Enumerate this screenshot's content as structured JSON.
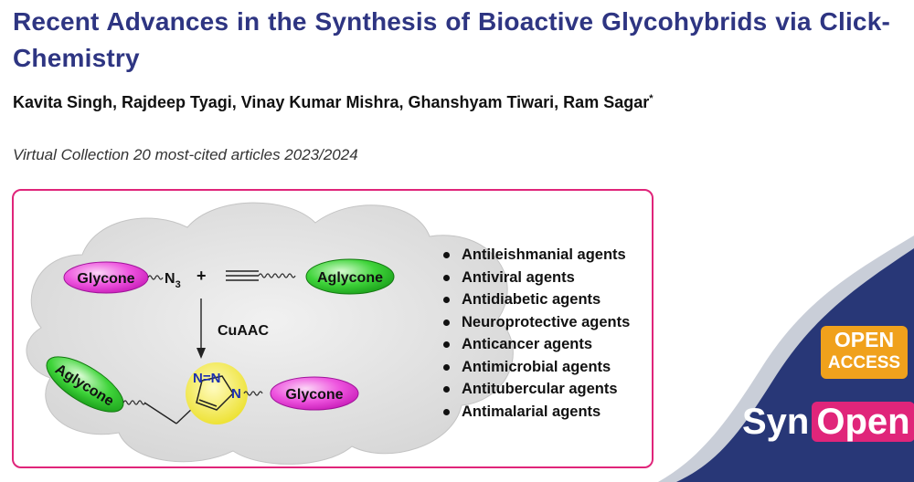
{
  "title": "Recent Advances in the Synthesis of Bioactive Glycohybrids via Click-Chemistry",
  "authors": "Kavita Singh, Rajdeep Tyagi, Vinay Kumar Mishra, Ghanshyam Tiwari, Ram Sagar",
  "authors_mark": "*",
  "collection": "Virtual Collection 20 most-cited articles 2023/2024",
  "scheme": {
    "glycone": "Glycone",
    "aglycone": "Aglycone",
    "azide": "N",
    "azide_sub": "3",
    "plus": "+",
    "reaction": "CuAAC",
    "triazole_n_top": "N=N",
    "triazole_n_right": "N"
  },
  "agents": [
    "Antileishmanial agents",
    "Antiviral agents",
    "Antidiabetic agents",
    "Neuroprotective agents",
    "Anticancer agents",
    "Antimicrobial agents",
    "Antitubercular agents",
    "Antimalarial agents"
  ],
  "badge": {
    "line1": "OPEN",
    "line2": "ACCESS"
  },
  "brand": {
    "part1": "Syn",
    "part2": "Open"
  },
  "colors": {
    "title": "#2e3582",
    "accent": "#e0257a",
    "navy": "#283777",
    "badge": "#f0a11c",
    "glycone": "#e832d6",
    "aglycone": "#2bc52b",
    "triazole": "#f2ea30"
  }
}
